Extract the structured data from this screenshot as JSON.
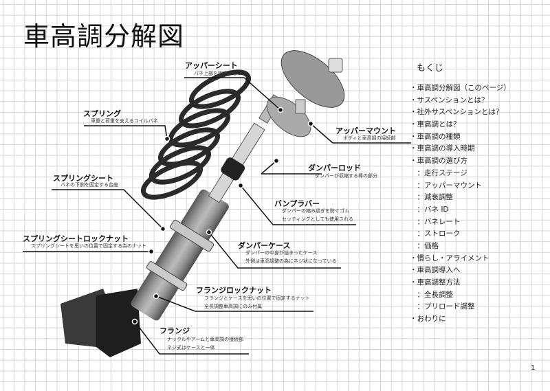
{
  "title": "車高調分解図",
  "parts": [
    {
      "name": "アッパーシート",
      "desc": [
        "バネ上部を固定するフタ"
      ]
    },
    {
      "name": "スプリング",
      "desc": [
        "車重と荷重を支えるコイルバネ"
      ]
    },
    {
      "name": "アッパーマウント",
      "desc": [
        "ボディと車高調の接続部"
      ]
    },
    {
      "name": "ダンパーロッド",
      "desc": [
        "ダンパーが収縮する棒の部分"
      ]
    },
    {
      "name": "スプリングシート",
      "desc": [
        "バネの下側を固定する台座"
      ]
    },
    {
      "name": "バンプラバー",
      "desc": [
        "ダンパーの縮み過ぎを防ぐゴム",
        "セッティングとしても使用される"
      ]
    },
    {
      "name": "スプリングシートロックナット",
      "desc": [
        "スプリングシートを思いの位置で固定する為のナット"
      ]
    },
    {
      "name": "ダンパーケース",
      "desc": [
        "ダンパーの中身が詰まったケース",
        "外側は車高調整の為にネジ状になっている"
      ]
    },
    {
      "name": "フランジロックナット",
      "desc": [
        "フランジとケースを思いの位置で固定するナット",
        "全長調整車高調にのみ付属"
      ]
    },
    {
      "name": "フランジ",
      "desc": [
        "ナックルやアームと車高調の接続部",
        "ネジ式はケースと一体"
      ]
    }
  ],
  "toc": {
    "heading": "もくじ",
    "items": [
      "・車高調分解図（このページ）",
      "・サスペンションとは？",
      "・社外サスペンションとは？",
      "・車高調とは？",
      "・車高調の種類",
      "・車高調の導入時期",
      "・車高調の選び方",
      "　：走行ステージ",
      "　：アッパーマウント",
      "　：減衰調整",
      "　：バネ ID",
      "　：バネレート",
      "　：ストローク",
      "　：価格",
      "・慣らし・アライメント",
      "・車高調導入へ",
      "・車高調整方法",
      "　：全長調整",
      "　：プリロード調整",
      "・おわりに"
    ]
  },
  "page_number": "1"
}
